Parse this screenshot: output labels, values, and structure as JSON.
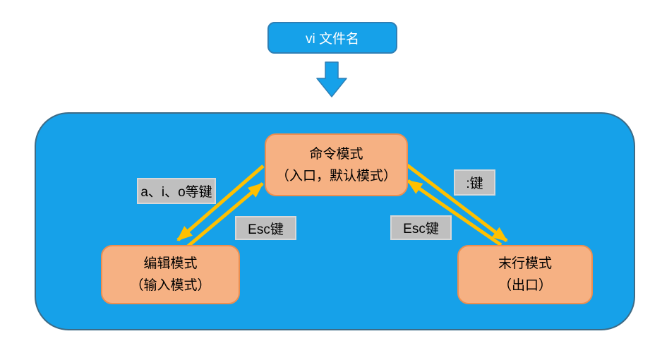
{
  "colors": {
    "blue": "#16A1E9",
    "blue-border": "#2E7FB5",
    "outline": "#3D6B86",
    "orange": "#F6B183",
    "orange-border": "#ED8E4F",
    "yellow": "#FFC000",
    "gray": "#BFBFBF",
    "gray-border": "#D8D8D8"
  },
  "start": {
    "label": "vi 文件名"
  },
  "nodes": {
    "command": {
      "line1": "命令模式",
      "line2": "（入口，默认模式）"
    },
    "edit": {
      "line1": "编辑模式",
      "line2": "（输入模式）"
    },
    "lastline": {
      "line1": "末行模式",
      "line2": "（出口）"
    }
  },
  "edge_labels": {
    "command_to_edit": "a、i、o等键",
    "edit_to_command": "Esc键",
    "command_to_lastline": ":键",
    "lastline_to_command": "Esc键"
  }
}
